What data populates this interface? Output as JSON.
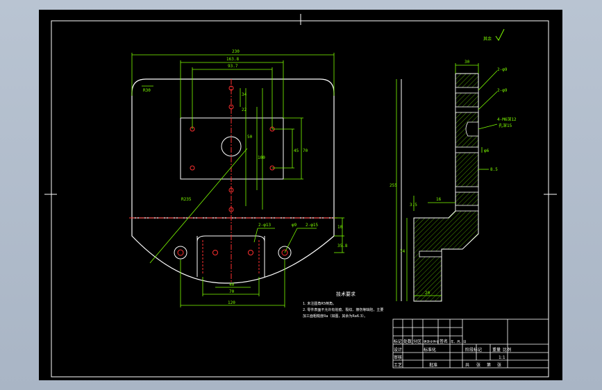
{
  "roughness_label": "其余",
  "dims_front": {
    "overall_width": "230",
    "width_2": "163.8",
    "width_3": "93.7",
    "radius_corner": "R30",
    "dim_34": "34",
    "dim_22": "22",
    "dim_50": "50",
    "dim_100": "100",
    "dim_45": "45",
    "dim_70": "70",
    "radius_big": "R235",
    "holes_1": "2-φ13",
    "holes_2": "φ9",
    "holes_3": "2-φ15",
    "dim_10": "10",
    "dim_35_8": "35.8",
    "dim_40": "40",
    "dim_70b": "70",
    "dim_120": "120"
  },
  "dims_side": {
    "dim_30": "30",
    "note_1": "2-φ9",
    "note_2": "2-φ9",
    "note_3": "4-M6深12",
    "note_3b": "孔深15",
    "dim_6": "φ6",
    "dim_8": "8.5",
    "dim_255": "255",
    "dim_3": "3.5",
    "dim_16": "16",
    "dim_74": "74",
    "dim_20": "20"
  },
  "tech_req": {
    "title": "技术要求",
    "line1": "1. 未注圆角R5倒角。",
    "line2": "2. 零件表面不允许有划痕、裂纹、擦伤等缺陷，主要",
    "line3": "加工面粗糙度Ra（如图，其余为Ra6.3）。"
  },
  "title_block": {
    "row_labels": [
      "标记",
      "处数",
      "分区",
      "更改文件号",
      "签名",
      "年、月、日"
    ],
    "designer": "设计",
    "std": "标准化",
    "review": "审核",
    "process": "工艺",
    "approve": "批准",
    "stage": "阶段标记",
    "weight": "重量",
    "scale": "比例",
    "scale_value": "1:1",
    "sheets": "共",
    "sheet": "张",
    "page": "第",
    "page2": "张"
  }
}
